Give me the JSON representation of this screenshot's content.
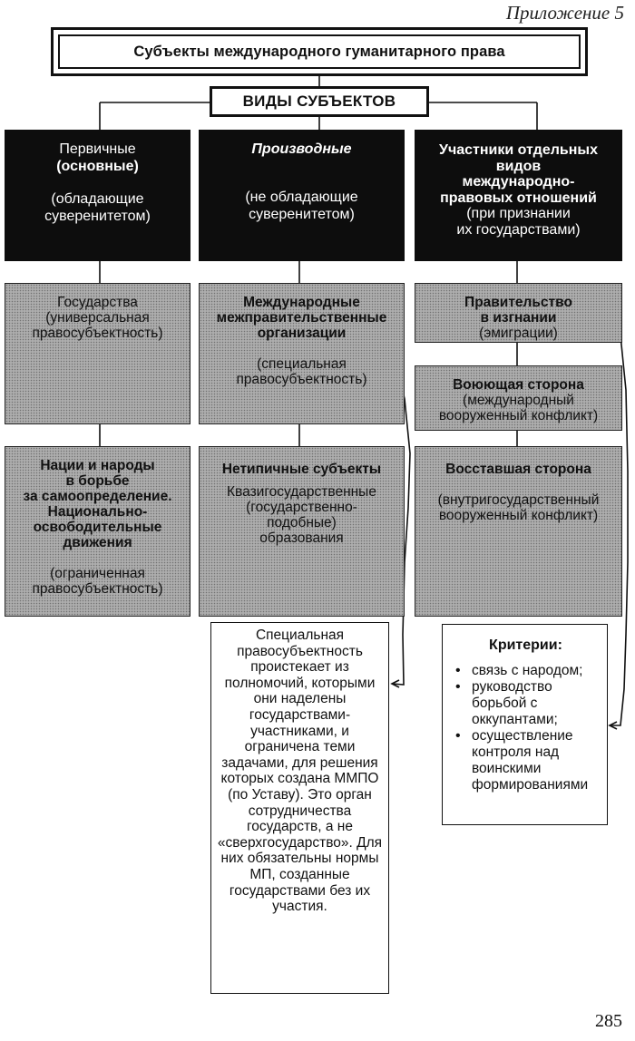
{
  "appendix_label": "Приложение 5",
  "title": "Субъекты международного гуманитарного права",
  "kinds_header": "ВИДЫ СУБЪЕКТОВ",
  "columns": [
    {
      "heading_plain": "Первичные",
      "heading_bold": "(основные)",
      "sub_1": "(обладающие",
      "sub_2": "суверенитетом)"
    },
    {
      "heading": "Производные",
      "sub_1": "(не обладающие",
      "sub_2": "суверенитетом)"
    },
    {
      "heading_lines": [
        "Участники отдельных",
        "видов",
        "международно-",
        "правовых отношений"
      ],
      "sub_1": "(при признании",
      "sub_2": "их государствами)"
    }
  ],
  "states_box": {
    "lines": [
      "Государства",
      "(универсальная",
      "правосубъектность)"
    ]
  },
  "nations_box": {
    "bold_lines": [
      "Нации и народы",
      "в борьбе",
      "за самоопределение.",
      "Национально-",
      "освободительные",
      "движения"
    ],
    "note_lines": [
      "(ограниченная",
      "правосубъектность)"
    ]
  },
  "igo_box": {
    "bold_lines": [
      "Международные",
      "межправительственные",
      "организации"
    ],
    "note_lines": [
      "(специальная",
      "правосубъектность)"
    ]
  },
  "atypical_box": {
    "bold": "Нетипичные субъекты",
    "lines": [
      "Квазигосударственные",
      "(государственно-",
      "подобные)",
      "образования"
    ]
  },
  "government_box": {
    "bold_lines": [
      "Правительство",
      "в изгнании"
    ],
    "note": "(эмиграции)"
  },
  "belligerent_box": {
    "bold": "Воюющая сторона",
    "note_lines": [
      "(международный",
      "вооруженный конфликт)"
    ]
  },
  "insurgent_box": {
    "bold": "Восставшая сторона",
    "note_lines": [
      "(внутригосударственный",
      "вооруженный конфликт)"
    ]
  },
  "special_note_lines": [
    "Специальная",
    "правосубъектность",
    "проистекает",
    "из полномочий,",
    "которыми",
    "они наделены",
    "государствами-",
    "участниками,",
    "и ограничена",
    "теми задачами,",
    "для решения которых",
    "создана ММПО",
    "(по Уставу).",
    "Это орган",
    "сотрудничества",
    "государств, а не",
    "«сверхгосударство».",
    "Для них обязательны",
    "нормы МП,",
    "созданные",
    "государствами",
    "без их участия."
  ],
  "criteria": {
    "title": "Критерии:",
    "items": [
      "связь с народом;",
      "руководство борьбой с оккупантами;",
      "осуществление контроля над воинскими формированиями"
    ]
  },
  "page_number": "285",
  "colors": {
    "black_box": "#0d0d0d",
    "gray_box": "#adadad"
  }
}
